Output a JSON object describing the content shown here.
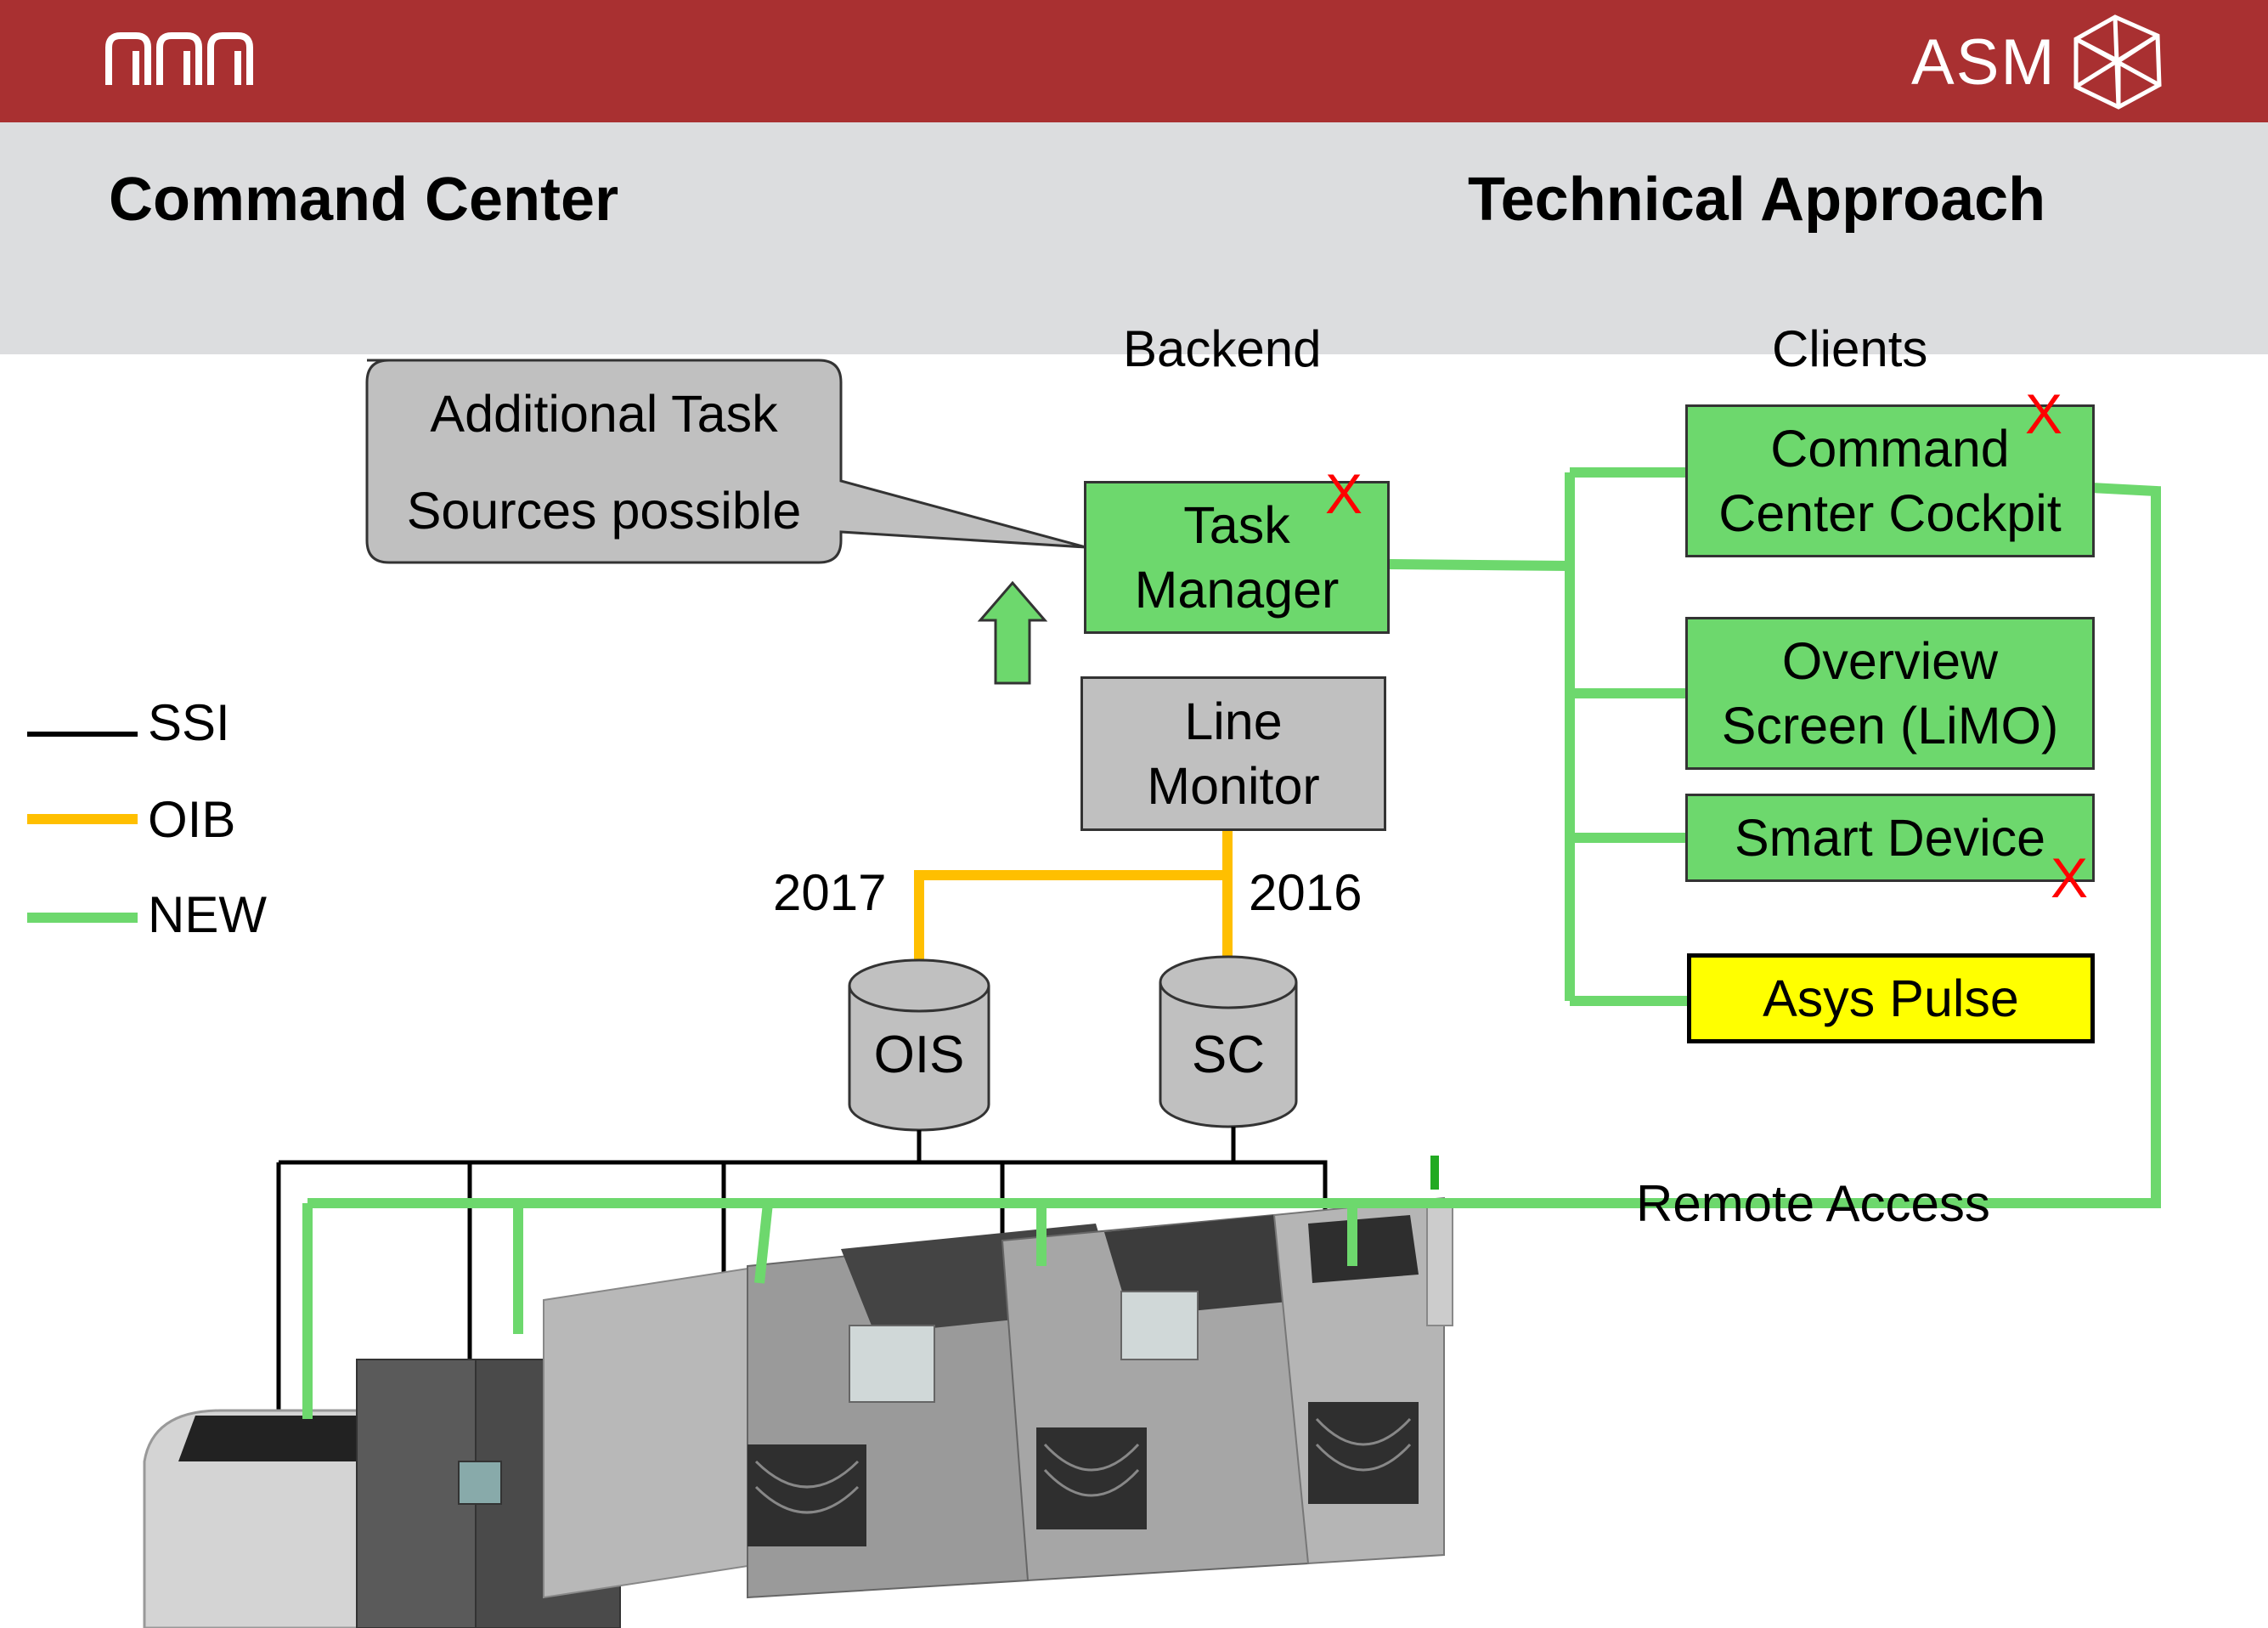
{
  "header": {
    "title": "Command Center",
    "subtitle": "Technical Approach",
    "brand": "ASM",
    "accent": "#a93031"
  },
  "columns": {
    "backend": "Backend",
    "clients": "Clients"
  },
  "callout": {
    "line1": "Additional Task",
    "line2": "Sources possible"
  },
  "backend": {
    "task_manager": [
      "Task",
      "Manager"
    ],
    "line_monitor": [
      "Line",
      "Monitor"
    ],
    "year_left": "2017",
    "year_right": "2016",
    "db_ois": "OIS",
    "db_sc": "SC"
  },
  "clients": {
    "cockpit": [
      "Command",
      "Center Cockpit"
    ],
    "overview": [
      "Overview",
      "Screen (LiMO)"
    ],
    "smart_device": "Smart Device",
    "asys_pulse": "Asys Pulse"
  },
  "marks": {
    "x": "X"
  },
  "remote_access": "Remote Access",
  "legend": [
    {
      "label": "SSI",
      "color": "#000000"
    },
    {
      "label": "OIB",
      "color": "#ffbf00"
    },
    {
      "label": "NEW",
      "color": "#6dd86d"
    }
  ],
  "colors": {
    "new": "#6dd86d",
    "oib": "#ffbf00",
    "ssi": "#000000",
    "box_grey": "#c0c0c0",
    "highlight": "#ffff00",
    "x_mark": "#ff0000"
  }
}
